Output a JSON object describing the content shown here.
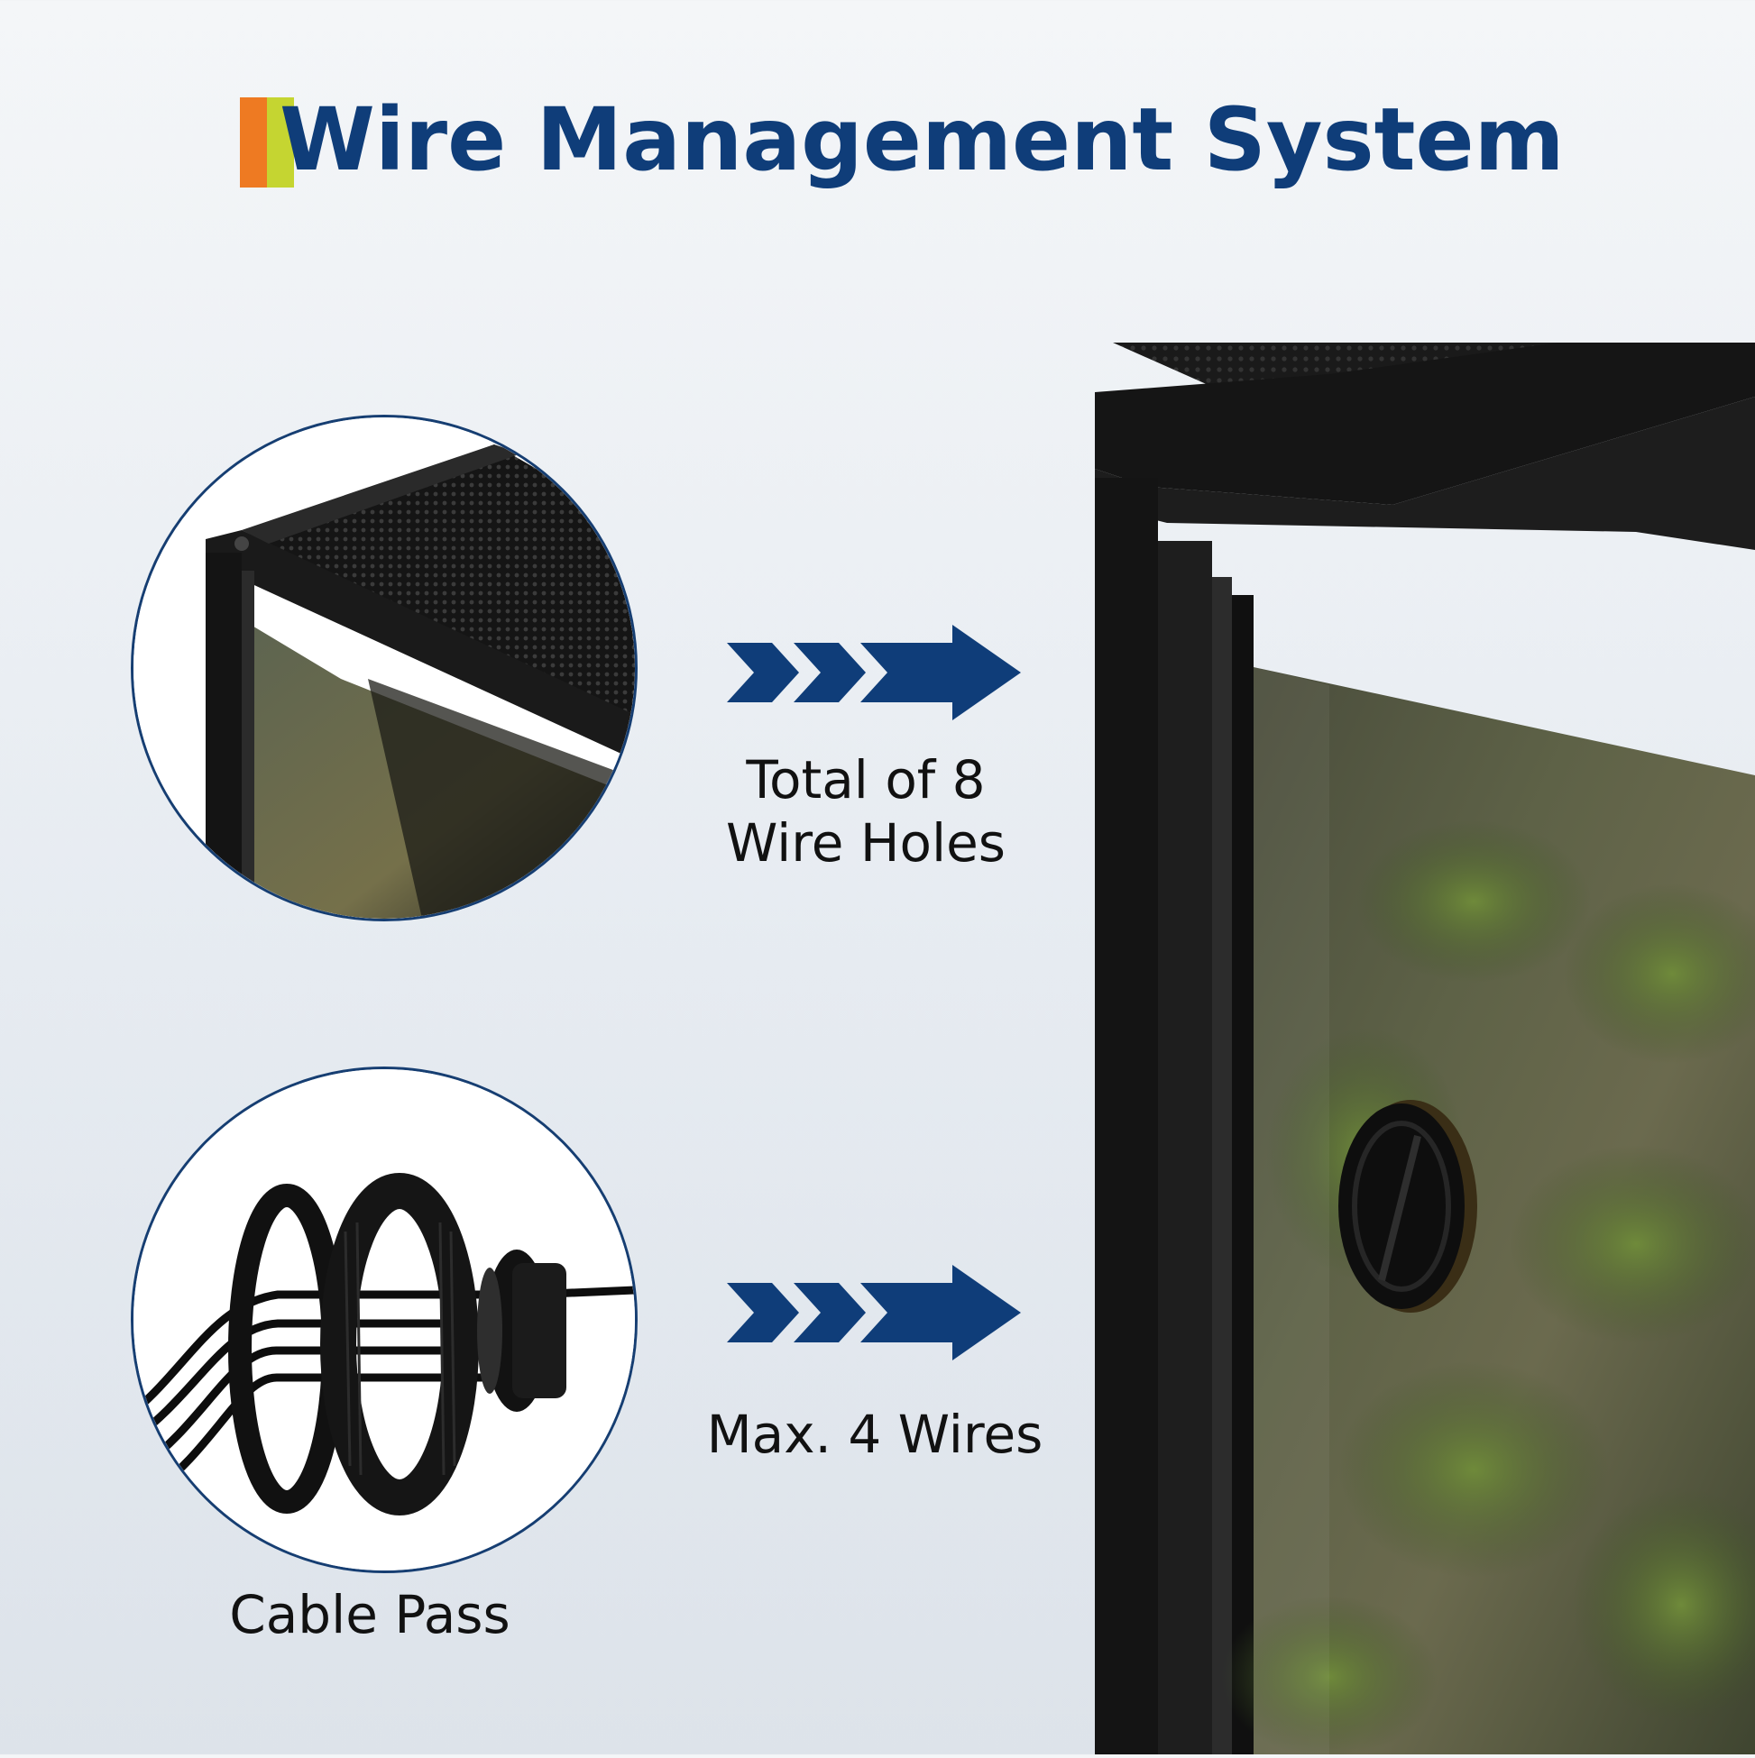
{
  "title": "Wire Management System",
  "features": {
    "holes_label_line1": "Total of 8",
    "holes_label_line2": "Wire Holes",
    "wires_label": "Max. 4 Wires",
    "cable_label": "Cable Pass"
  },
  "colors": {
    "title": "#0f3d79",
    "accent_orange": "#ee7a22",
    "accent_green": "#c5d531",
    "arrow": "#0f3d79",
    "circle_border": "#163e72"
  },
  "icons": [
    "triple-chevron-arrow-icon",
    "triple-chevron-arrow-icon"
  ]
}
